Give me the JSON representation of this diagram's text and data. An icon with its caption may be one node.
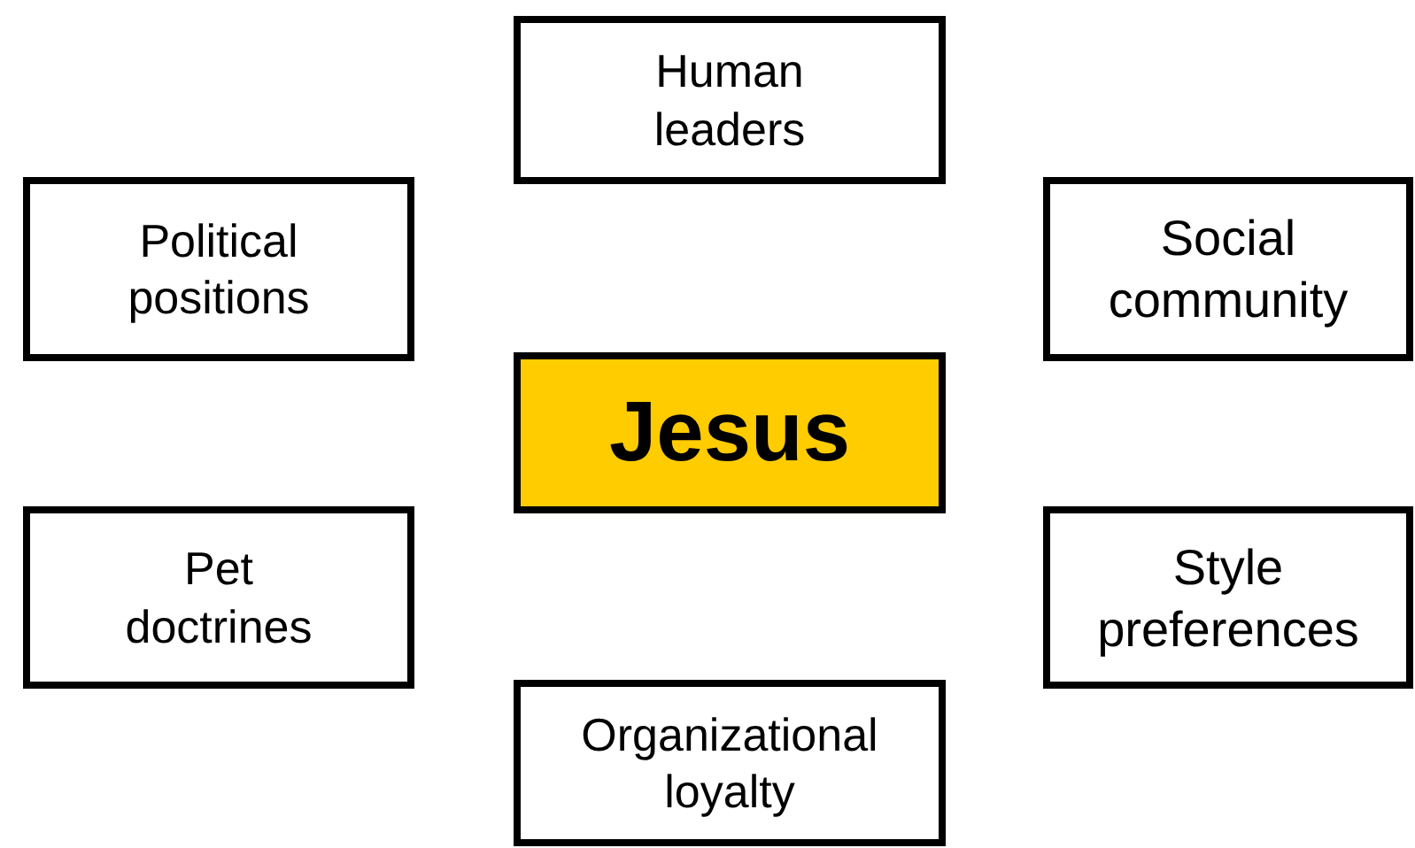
{
  "diagram": {
    "nodes": [
      {
        "text": [
          "Human leaders"
        ]
      },
      {
        "text": [
          "Political positions"
        ]
      },
      {
        "text": [
          "Social community"
        ]
      },
      {
        "text": [
          "Jesus"
        ]
      },
      {
        "text": [
          "Pet doctrines"
        ]
      },
      {
        "text": [
          "Style preferences"
        ]
      },
      {
        "text": [
          "Organizational loyalty"
        ]
      }
    ]
  }
}
